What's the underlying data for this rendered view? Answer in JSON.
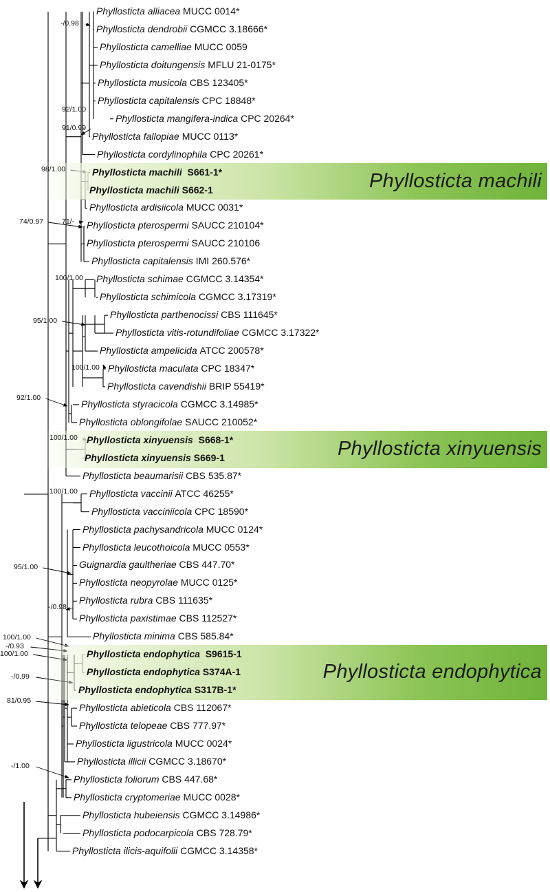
{
  "clades": [
    {
      "name": "Phyllosticta machili"
    },
    {
      "name": "Phyllosticta xinyuensis"
    },
    {
      "name": "Phyllosticta endophytica"
    }
  ],
  "taxa": [
    {
      "genus": "Phyllosticta alliacea",
      "strain": "MUCC 0014*"
    },
    {
      "genus": "Phyllosticta dendrobii",
      "strain": "CGMCC 3.18666*"
    },
    {
      "genus": "Phyllosticta camelliae",
      "strain": "MUCC 0059"
    },
    {
      "genus": "Phyllosticta doitungensis",
      "strain": "MFLU 21-0175*"
    },
    {
      "genus": "Phyllosticta musicola",
      "strain": "CBS 123405*"
    },
    {
      "genus": "Phyllosticta capitalensis",
      "strain": "CPC 18848*"
    },
    {
      "genus": "Phyllosticta mangifera-indica",
      "strain": "CPC 20264*"
    },
    {
      "genus": "Phyllosticta fallopiae",
      "strain": "MUCC 0113*"
    },
    {
      "genus": "Phyllosticta cordylinophila",
      "strain": "CPC 20261*"
    },
    {
      "genus": "Phyllosticta machili",
      "strain": "S661-1*"
    },
    {
      "genus": "Phyllosticta machili",
      "strain": "S662-1"
    },
    {
      "genus": "Phyllosticta ardisiicola",
      "strain": "MUCC 0031*"
    },
    {
      "genus": "Phyllosticta pterospermi",
      "strain": "SAUCC 210104*"
    },
    {
      "genus": "Phyllosticta pterospermi",
      "strain": "SAUCC 210106"
    },
    {
      "genus": "Phyllosticta capitalensis",
      "strain": "IMI 260.576*"
    },
    {
      "genus": "Phyllosticta schimae",
      "strain": "CGMCC 3.14354*"
    },
    {
      "genus": "Phyllosticta schimicola",
      "strain": "CGMCC 3.17319*"
    },
    {
      "genus": "Phyllosticta parthenocissi",
      "strain": "CBS 111645*"
    },
    {
      "genus": "Phyllosticta vitis-rotundifoliae",
      "strain": "CGMCC 3.17322*"
    },
    {
      "genus": "Phyllosticta ampelicida",
      "strain": "ATCC 200578*"
    },
    {
      "genus": "Phyllosticta maculata",
      "strain": "CPC 18347*"
    },
    {
      "genus": "Phyllosticta cavendishii",
      "strain": "BRIP 55419*"
    },
    {
      "genus": "Phyllosticta styracicola",
      "strain": "CGMCC 3.14985*"
    },
    {
      "genus": "Phyllosticta oblongifolae",
      "strain": "SAUCC 210052*"
    },
    {
      "genus": "Phyllosticta xinyuensis",
      "strain": "S668-1*"
    },
    {
      "genus": "Phyllosticta xinyuensis",
      "strain": "S669-1"
    },
    {
      "genus": "Phyllosticta beaumarisii",
      "strain": "CBS 535.87*"
    },
    {
      "genus": "Phyllosticta vaccinii",
      "strain": "ATCC 46255*"
    },
    {
      "genus": "Phyllosticta vacciniicola",
      "strain": "CPC 18590*"
    },
    {
      "genus": "Phyllosticta pachysandricola",
      "strain": "MUCC 0124*"
    },
    {
      "genus": "Phyllosticta leucothoicola",
      "strain": "MUCC 0553*"
    },
    {
      "genus": "Guignardia gaultheriae",
      "strain": "CBS 447.70*"
    },
    {
      "genus": "Phyllosticta neopyrolae",
      "strain": "MUCC 0125*"
    },
    {
      "genus": "Phyllosticta rubra",
      "strain": "CBS 111635*"
    },
    {
      "genus": "Phyllosticta paxistimae",
      "strain": "CBS 112527*"
    },
    {
      "genus": "Phyllosticta minima",
      "strain": "CBS 585.84*"
    },
    {
      "genus": "Phyllosticta endophytica",
      "strain": "S9615-1"
    },
    {
      "genus": "Phyllosticta endophytica",
      "strain": "S374A-1"
    },
    {
      "genus": "Phyllosticta endophytica",
      "strain": "S317B-1*"
    },
    {
      "genus": "Phyllosticta abieticola",
      "strain": "CBS 112067*"
    },
    {
      "genus": "Phyllosticta telopeae",
      "strain": "CBS 777.97*"
    },
    {
      "genus": "Phyllosticta ligustricola",
      "strain": "MUCC 0024*"
    },
    {
      "genus": "Phyllosticta illicii",
      "strain": "CGMCC 3.18670*"
    },
    {
      "genus": "Phyllosticta foliorum",
      "strain": "CBS 447.68*"
    },
    {
      "genus": "Phyllosticta cryptomeriae",
      "strain": "MUCC 0028*"
    },
    {
      "genus": "Phyllosticta hubeiensis",
      "strain": "CGMCC 3.14986*"
    },
    {
      "genus": "Phyllosticta podocarpicola",
      "strain": "CBS 728.79*"
    },
    {
      "genus": "Phyllosticta ilicis-aquifolii",
      "strain": "CGMCC 3.14358*"
    }
  ],
  "support": [
    "-/0.98",
    "92/1.00",
    "91/0.99",
    "98/1.00",
    "74/0.97",
    "71/-",
    "100/1.00",
    "95/1.00",
    "100/1.00",
    "92/1.00",
    "100/1.00",
    "100/1.00",
    "95/1.00",
    "-/0.98",
    "100/1.00",
    "-/0.93",
    "100/1.00",
    "-/0.99",
    "81/0.95",
    "-/1.00"
  ]
}
